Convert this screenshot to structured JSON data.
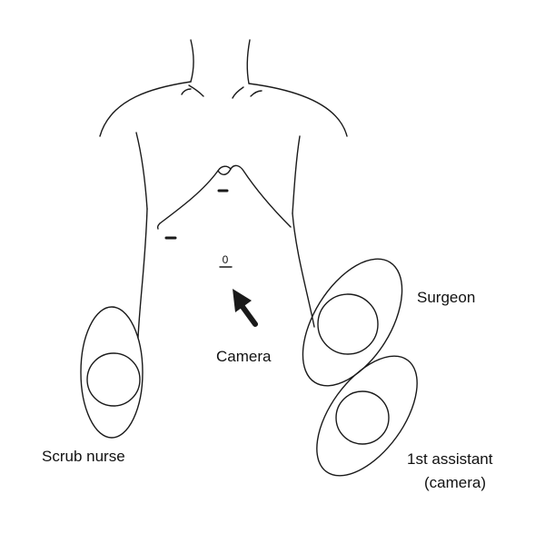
{
  "labels": {
    "surgeon": "Surgeon",
    "camera": "Camera",
    "scrub_nurse": "Scrub nurse",
    "first_assistant_line1": "1st assistant",
    "first_assistant_line2": "(camera)",
    "port_zero": "0"
  }
}
